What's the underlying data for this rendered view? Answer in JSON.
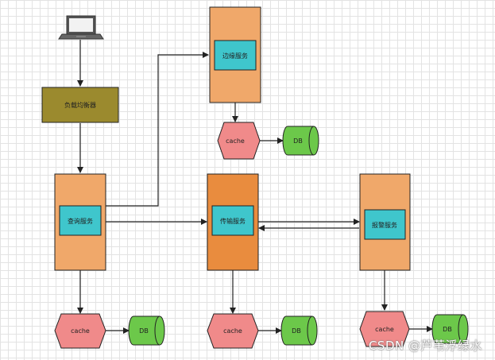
{
  "nodes": {
    "load_balancer": "负载均衡器",
    "query_service": "查询服务",
    "edge_service": "边缘服务",
    "transfer_service": "传输服务",
    "alarm_service": "报警服务",
    "cache_label": "cache",
    "db_label": "DB"
  },
  "watermark": "CSDN @芦苇浮绿水",
  "colors": {
    "service_box": "#f0a86a",
    "transfer_box": "#e98c3e",
    "service_inner": "#3fc6cc",
    "load_balancer": "#9b8a2e",
    "cache": "#f08a8a",
    "db": "#6cc84a",
    "arrow": "#222222"
  }
}
